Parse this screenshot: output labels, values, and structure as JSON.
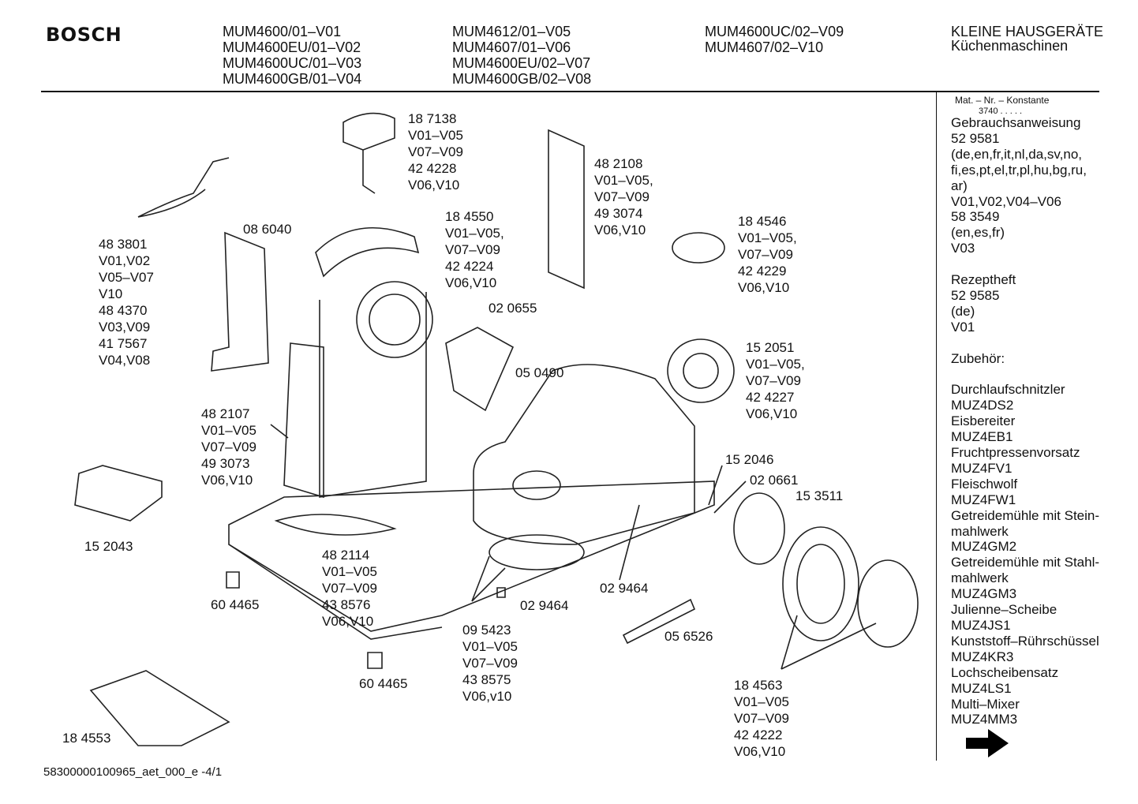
{
  "header": {
    "brand": "BOSCH",
    "models_col1": [
      "MUM4600/01–V01",
      "MUM4600EU/01–V02",
      "MUM4600UC/01–V03",
      "MUM4600GB/01–V04"
    ],
    "models_col2": [
      "MUM4612/01–V05",
      "MUM4607/01–V06",
      "MUM4600EU/02–V07",
      "MUM4600GB/02–V08"
    ],
    "models_col3": [
      "MUM4600UC/02–V09",
      "MUM4607/02–V10"
    ],
    "category": "KLEINE HAUSGERÄTE",
    "subcategory": "Küchenmaschinen"
  },
  "sidebar": {
    "matnr": "Mat. – Nr. – Konstante",
    "const": "3740",
    "lines": [
      "Gebrauchsanweisung",
      "52 9581",
      "(de,en,fr,it,nl,da,sv,no,",
      "fi,es,pt,el,tr,pl,hu,bg,ru,",
      "ar)",
      "V01,V02,V04–V06",
      "58 3549",
      "(en,es,fr)",
      "V03",
      "",
      "Rezeptheft",
      "52 9585",
      "(de)",
      "V01",
      "",
      "Zubehör:",
      "",
      "Durchlaufschnitzler",
      "MUZ4DS2",
      "Eisbereiter",
      "MUZ4EB1",
      "Fruchtpressenvorsatz",
      "MUZ4FV1",
      "Fleischwolf",
      "MUZ4FW1",
      "Getreidemühle mit Stein-",
      "mahlwerk",
      "MUZ4GM2",
      "Getreidemühle mit Stahl-",
      "mahlwerk",
      "MUZ4GM3",
      "Julienne–Scheibe",
      "MUZ4JS1",
      "Kunststoff–Rührschüssel",
      "MUZ4KR3",
      "Lochscheibensatz",
      "MUZ4LS1",
      "Multi–Mixer",
      "MUZ4MM3"
    ]
  },
  "labels": {
    "lbl_187138": [
      "18 7138",
      "V01–V05",
      "V07–V09",
      "42 4228",
      "V06,V10"
    ],
    "lbl_482108": [
      "48 2108",
      "V01–V05,",
      "V07–V09",
      "49 3074",
      "V06,V10"
    ],
    "lbl_184546": [
      "18 4546",
      "V01–V05,",
      "V07–V09",
      "42 4229",
      "V06,V10"
    ],
    "lbl_184550": [
      "18 4550",
      "V01–V05,",
      "V07–V09",
      "42 4224",
      "V06,V10"
    ],
    "lbl_086040": [
      "08 6040"
    ],
    "lbl_483801": [
      "48 3801",
      "V01,V02",
      "V05–V07",
      "V10",
      "48 4370",
      "V03,V09",
      "41 7567",
      "V04,V08"
    ],
    "lbl_020655": [
      "02 0655"
    ],
    "lbl_050490": [
      "05 0490"
    ],
    "lbl_152051": [
      "15 2051",
      "V01–V05,",
      "V07–V09",
      "42 4227",
      "V06,V10"
    ],
    "lbl_482107": [
      "48 2107",
      "V01–V05",
      "V07–V09",
      "49 3073",
      "V06,V10"
    ],
    "lbl_152046": [
      "15 2046"
    ],
    "lbl_020661": [
      "02 0661"
    ],
    "lbl_153511": [
      "15 3511"
    ],
    "lbl_152043": [
      "15 2043"
    ],
    "lbl_482114": [
      "48 2114",
      "V01–V05",
      "V07–V09",
      "43 8576",
      "V06,V10"
    ],
    "lbl_604465a": [
      "60 4465"
    ],
    "lbl_029464a": [
      "02 9464"
    ],
    "lbl_029464b": [
      "02 9464"
    ],
    "lbl_056526": [
      "05 6526"
    ],
    "lbl_095423": [
      "09 5423",
      "V01–V05",
      "V07–V09",
      "43 8575",
      "V06,v10"
    ],
    "lbl_604465b": [
      "60 4465"
    ],
    "lbl_184563": [
      "18 4563",
      "V01–V05",
      "V07–V09",
      "42 4222",
      "V06,V10"
    ],
    "lbl_184553": [
      "18 4553"
    ]
  },
  "footer": {
    "code": "58300000100965_aet_000_e -4/1"
  },
  "icons": {
    "next": "arrow-right-icon"
  }
}
